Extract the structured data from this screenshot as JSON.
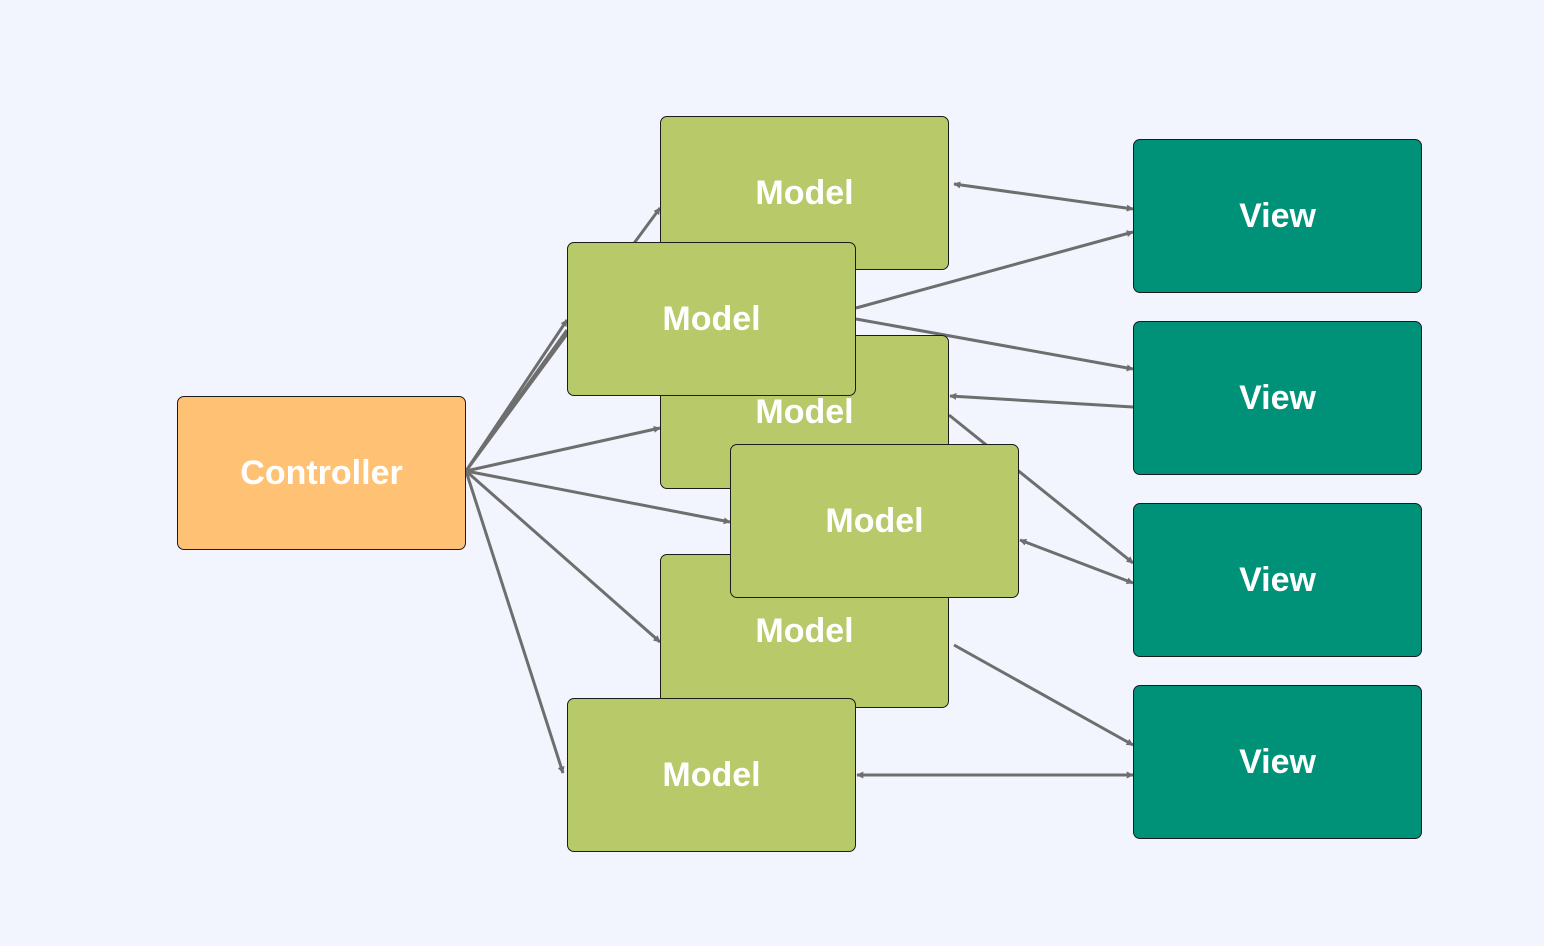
{
  "diagram": {
    "controller": {
      "label": "Controller",
      "color": "#ffc274"
    },
    "models": [
      {
        "id": "m1",
        "label": "Model"
      },
      {
        "id": "m3",
        "label": "Model"
      },
      {
        "id": "m5",
        "label": "Model"
      },
      {
        "id": "m6",
        "label": "Model"
      },
      {
        "id": "m2",
        "label": "Model"
      },
      {
        "id": "m4",
        "label": "Model"
      }
    ],
    "views": [
      {
        "id": "v1",
        "label": "View"
      },
      {
        "id": "v2",
        "label": "View"
      },
      {
        "id": "v3",
        "label": "View"
      },
      {
        "id": "v4",
        "label": "View"
      }
    ],
    "colors": {
      "background": "#f2f5fd",
      "model": "#b7c968",
      "view": "#009278",
      "connector": "#6e6e6e"
    }
  }
}
